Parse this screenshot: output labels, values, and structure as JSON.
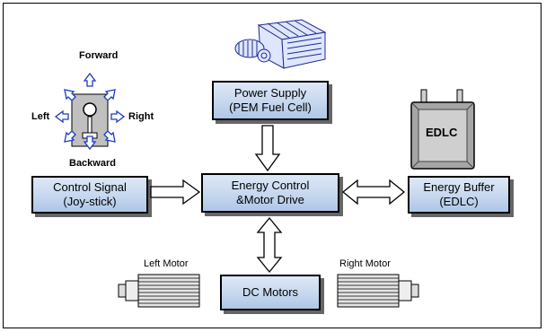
{
  "blocks": {
    "power_supply": [
      "Power Supply",
      "(PEM Fuel Cell)"
    ],
    "energy_control": [
      "Energy Control",
      "&Motor Drive"
    ],
    "control_signal": [
      "Control Signal",
      "(Joy-stick)"
    ],
    "energy_buffer": [
      "Energy Buffer",
      "(EDLC)"
    ],
    "dc_motors": [
      "DC Motors"
    ]
  },
  "joystick": {
    "forward": "Forward",
    "backward": "Backward",
    "left": "Left",
    "right": "Right"
  },
  "capacitor_label": "EDLC",
  "motor_labels": {
    "left": "Left Motor",
    "right": "Right Motor"
  }
}
